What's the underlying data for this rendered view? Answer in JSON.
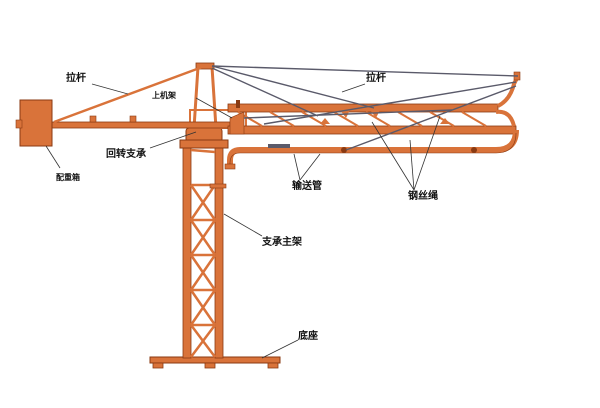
{
  "colors": {
    "steel": "#d9733a",
    "steel_dark": "#8a3a12",
    "cable": "#5a5a6a",
    "leader": "#333333",
    "text": "#111111",
    "background": "#ffffff"
  },
  "labels": {
    "tie_rod_left": "拉杆",
    "tie_rod_right": "拉杆",
    "upper_frame": "上机架",
    "slewing_bearing": "回转支承",
    "counterweight_box": "配重箱",
    "delivery_pipe": "输送管",
    "wire_rope": "钢丝绳",
    "main_support_frame": "支承主架",
    "base": "底座"
  }
}
